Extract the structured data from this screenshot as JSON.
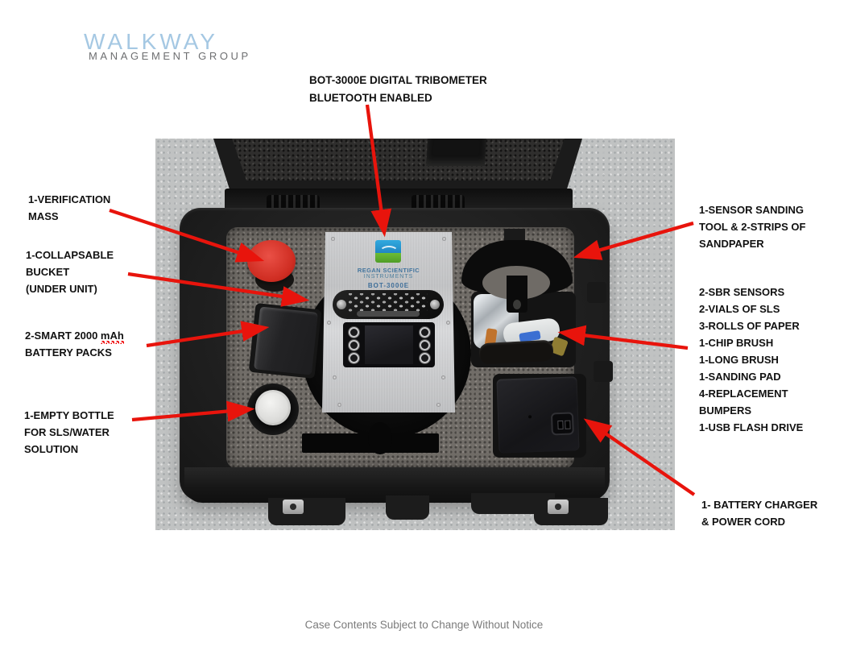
{
  "logo": {
    "name": "WALKWAY",
    "tagline": "MANAGEMENT GROUP"
  },
  "callouts": {
    "top": {
      "lines": [
        "BOT-3000E DIGITAL TRIBOMETER",
        "BLUETOOTH ENABLED"
      ]
    },
    "left": [
      {
        "id": "verification-mass",
        "lines": [
          "1-VERIFICATION",
          "MASS"
        ]
      },
      {
        "id": "collapsable-bucket",
        "lines": [
          "1-COLLAPSABLE",
          "BUCKET",
          "(UNDER UNIT)"
        ]
      },
      {
        "id": "battery-packs",
        "lines": [
          "2-SMART 2000 mAh",
          "BATTERY PACKS"
        ]
      },
      {
        "id": "empty-bottle",
        "lines": [
          "1-EMPTY BOTTLE",
          "FOR SLS/WATER",
          "SOLUTION"
        ]
      }
    ],
    "right": [
      {
        "id": "sensor-sanding-tool",
        "lines": [
          "1-SENSOR SANDING",
          "TOOL & 2-STRIPS OF",
          "SANDPAPER"
        ]
      },
      {
        "id": "accessories-list",
        "lines": [
          "2-SBR SENSORS",
          "2-VIALS OF SLS",
          "3-ROLLS OF PAPER",
          "1-CHIP BRUSH",
          "1-LONG BRUSH",
          "1-SANDING PAD",
          "4-REPLACEMENT",
          "BUMPERS",
          "1-USB FLASH DRIVE"
        ]
      },
      {
        "id": "battery-charger",
        "lines": [
          "1- BATTERY CHARGER",
          "& POWER CORD"
        ]
      }
    ]
  },
  "device": {
    "brand_line1": "REGAN SCIENTIFIC",
    "brand_line2": "INSTRUMENTS",
    "model": "BOT-3000E"
  },
  "footer": {
    "text": "Case Contents Subject to Change Without Notice"
  },
  "colors": {
    "arrow_red": "#e8140c",
    "logo_blue": "#a5c8e3",
    "logo_gray": "#6e6f71",
    "label_black": "#111111",
    "footer_gray": "#7b7b7b"
  }
}
